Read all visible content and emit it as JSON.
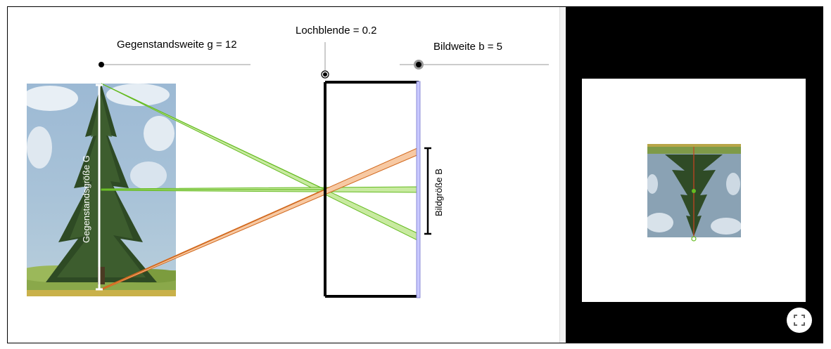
{
  "sliders": {
    "gegenstandsweite_label": "Gegenstandsweite g = 12",
    "lochblende_label": "Lochblende = 0.2",
    "bildweite_label": "Bildweite b = 5"
  },
  "labels": {
    "gegenstandsgroesse": "Gegenstandsgröße G",
    "bildgroesse": "Bildgröße B"
  },
  "colors": {
    "ray_green": "#66bb22",
    "ray_orange": "#d2691e",
    "screen_blue": "#c8c8ff",
    "camera_black": "#000000"
  },
  "icons": {
    "fullscreen": "fullscreen-icon"
  }
}
